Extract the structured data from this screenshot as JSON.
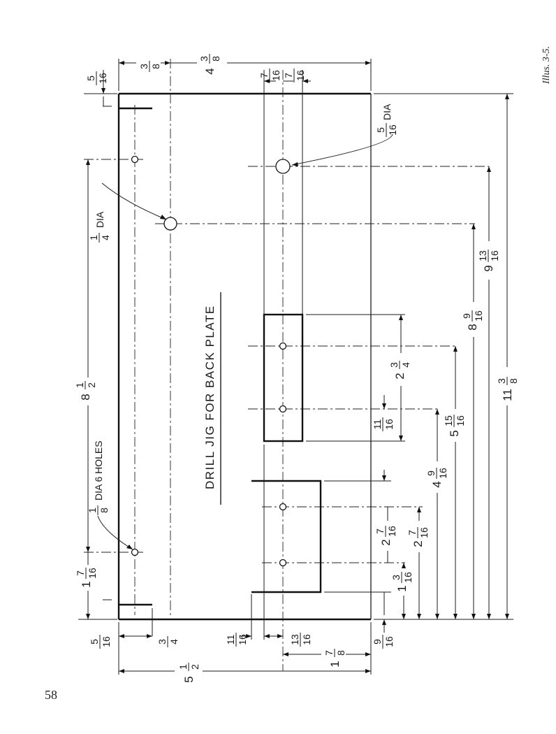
{
  "page_number": "58",
  "illustration_label": "Illus. 3-5.",
  "title": "DRILL JIG FOR BACK PLATE",
  "callouts": {
    "small_holes": {
      "num": "1",
      "den": "8",
      "text": "DIA 6 HOLES"
    },
    "quarter_hole": {
      "num": "1",
      "den": "4",
      "text": "DIA"
    },
    "large_hole": {
      "num": "5",
      "den": "16",
      "text": "DIA"
    }
  },
  "dimensions": {
    "d_5_16_top": {
      "whole": "",
      "num": "5",
      "den": "16"
    },
    "d_3_8_top": {
      "whole": "",
      "num": "3",
      "den": "8"
    },
    "d_4_3_8": {
      "whole": "4",
      "num": "3",
      "den": "8"
    },
    "d_7_16_a": {
      "whole": "",
      "num": "7",
      "den": "16"
    },
    "d_7_16_b": {
      "whole": "",
      "num": "7",
      "den": "16"
    },
    "d_8_1_2": {
      "whole": "8",
      "num": "1",
      "den": "2"
    },
    "d_1_7_16_left": {
      "whole": "1",
      "num": "7",
      "den": "16"
    },
    "d_5_16_bottom": {
      "whole": "",
      "num": "5",
      "den": "16"
    },
    "d_3_4": {
      "whole": "",
      "num": "3",
      "den": "4"
    },
    "d_5_1_2": {
      "whole": "5",
      "num": "1",
      "den": "2"
    },
    "d_11_16_bottom": {
      "whole": "",
      "num": "11",
      "den": "16"
    },
    "d_13_16_bottom": {
      "whole": "",
      "num": "13",
      "den": "16"
    },
    "d_1_7_8": {
      "whole": "1",
      "num": "7",
      "den": "8"
    },
    "d_9_16_bottom": {
      "whole": "",
      "num": "9",
      "den": "16"
    },
    "d_1_3_16": {
      "whole": "1",
      "num": "3",
      "den": "16"
    },
    "d_2_7_16_a": {
      "whole": "2",
      "num": "7",
      "den": "16"
    },
    "d_2_7_16_b": {
      "whole": "2",
      "num": "7",
      "den": "16"
    },
    "d_4_9_16": {
      "whole": "4",
      "num": "9",
      "den": "16"
    },
    "d_11_16_mid": {
      "whole": "",
      "num": "11",
      "den": "16"
    },
    "d_5_15_16": {
      "whole": "5",
      "num": "15",
      "den": "16"
    },
    "d_2_3_4": {
      "whole": "2",
      "num": "3",
      "den": "4"
    },
    "d_8_9_16": {
      "whole": "8",
      "num": "9",
      "den": "16"
    },
    "d_9_13_16": {
      "whole": "9",
      "num": "13",
      "den": "16"
    },
    "d_11_3_8": {
      "whole": "11",
      "num": "3",
      "den": "8"
    }
  }
}
